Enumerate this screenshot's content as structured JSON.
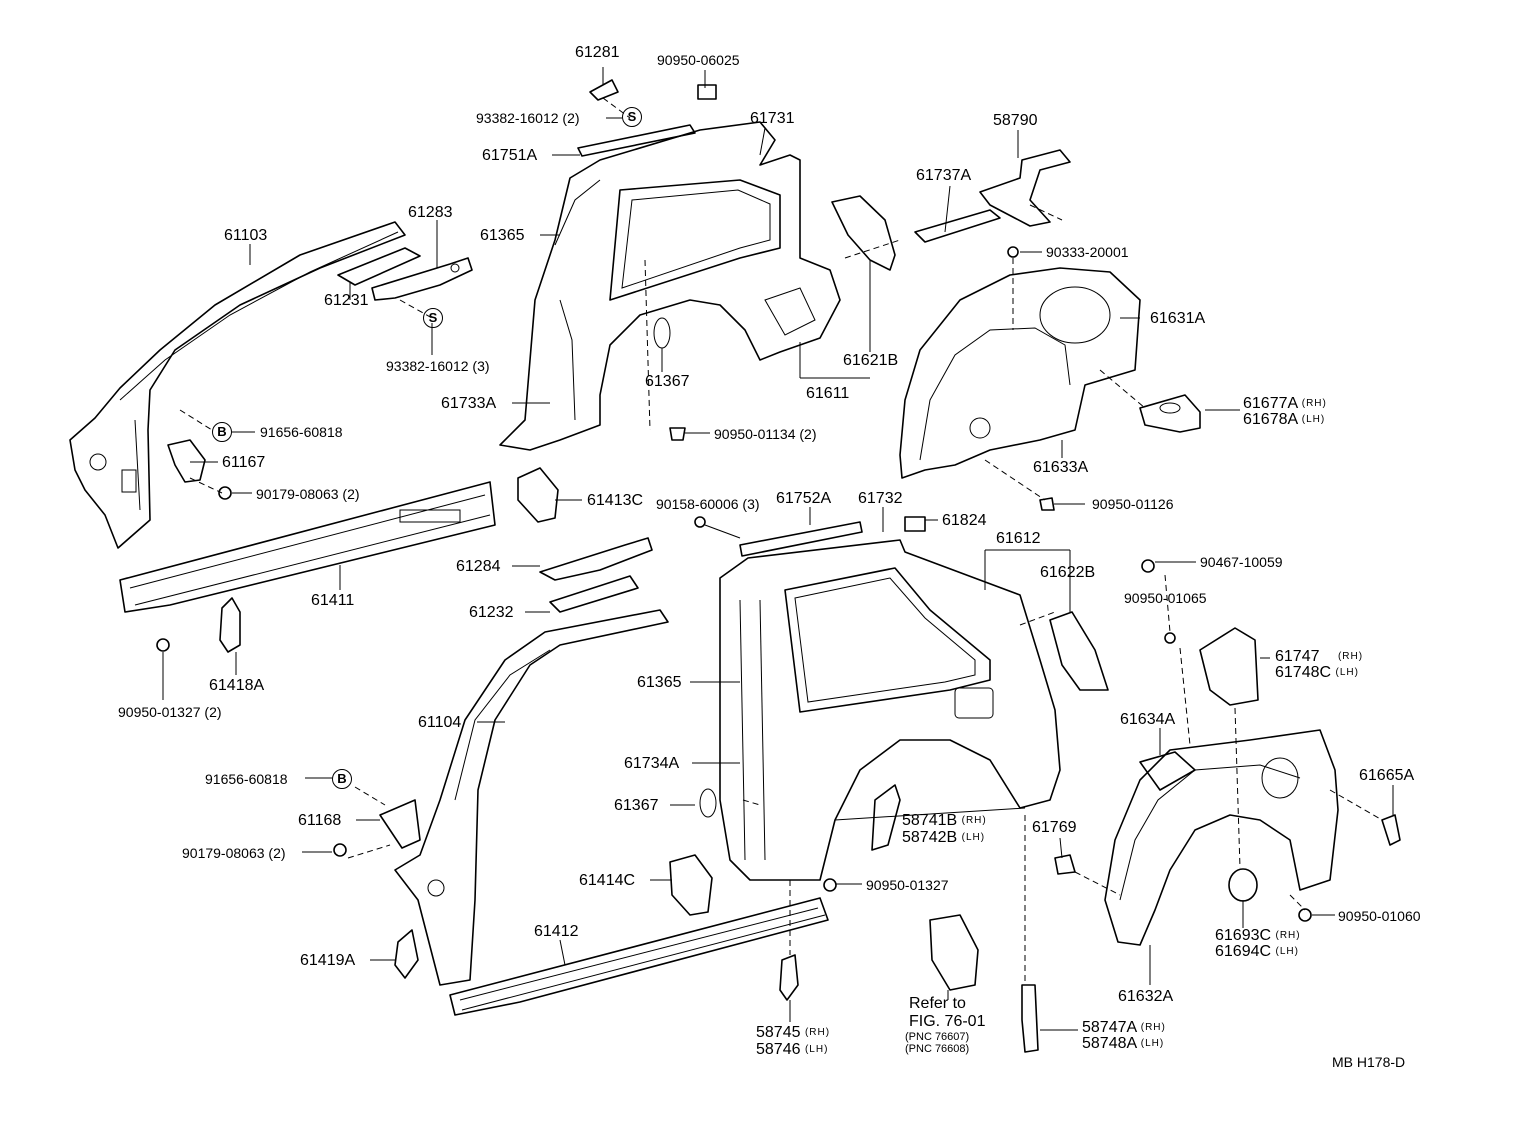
{
  "labels": {
    "p61281": "61281",
    "p90950_06025": "90950-06025",
    "p93382_16012_2": "93382-16012 (2)",
    "p61731": "61731",
    "p58790": "58790",
    "p61751A": "61751A",
    "p61737A": "61737A",
    "p61103": "61103",
    "p61283": "61283",
    "p61365a": "61365",
    "p90333_20001": "90333-20001",
    "p61631A": "61631A",
    "p61231": "61231",
    "p93382_16012_3": "93382-16012 (3)",
    "p61621B": "61621B",
    "p61367a": "61367",
    "p61611": "61611",
    "p61733A": "61733A",
    "p61677A": "61677A",
    "p61678A": "61678A",
    "p91656_60818a": "91656-60818",
    "p90950_01134": "90950-01134 (2)",
    "p61167": "61167",
    "p61633A": "61633A",
    "p90179_08063a": "90179-08063 (2)",
    "p61413C": "61413C",
    "p90158_60006": "90158-60006 (3)",
    "p90950_01126": "90950-01126",
    "p61752A": "61752A",
    "p61732": "61732",
    "p61824": "61824",
    "p61612": "61612",
    "p61284": "61284",
    "p90467_10059": "90467-10059",
    "p61622B": "61622B",
    "p61411": "61411",
    "p90950_01065": "90950-01065",
    "p61232": "61232",
    "p61747": "61747",
    "p61748C": "61748C",
    "p61418A": "61418A",
    "p61365b": "61365",
    "p90950_01327_2": "90950-01327 (2)",
    "p61104": "61104",
    "p61634A": "61634A",
    "p61734A": "61734A",
    "p91656_60818b": "91656-60818",
    "p61665A": "61665A",
    "p61367b": "61367",
    "p58741B": "58741B",
    "p58742B": "58742B",
    "p61168": "61168",
    "p61769": "61769",
    "p90179_08063b": "90179-08063 (2)",
    "p61414C": "61414C",
    "p90950_01327": "90950-01327",
    "p90950_01060": "90950-01060",
    "p61412": "61412",
    "p61693C": "61693C",
    "p61694C": "61694C",
    "p61419A": "61419A",
    "p61632A": "61632A",
    "refer1": "Refer to",
    "refer2": "FIG. 76-01",
    "pnc1": "(PNC 76607)",
    "pnc2": "(PNC 76608)",
    "p58745": "58745",
    "p58746": "58746",
    "p58747A": "58747A",
    "p58748A": "58748A",
    "code": "MB  H178-D"
  },
  "side": {
    "rh": "(RH)",
    "lh": "(LH)"
  },
  "symbols": {
    "s": "S",
    "b": "B"
  }
}
